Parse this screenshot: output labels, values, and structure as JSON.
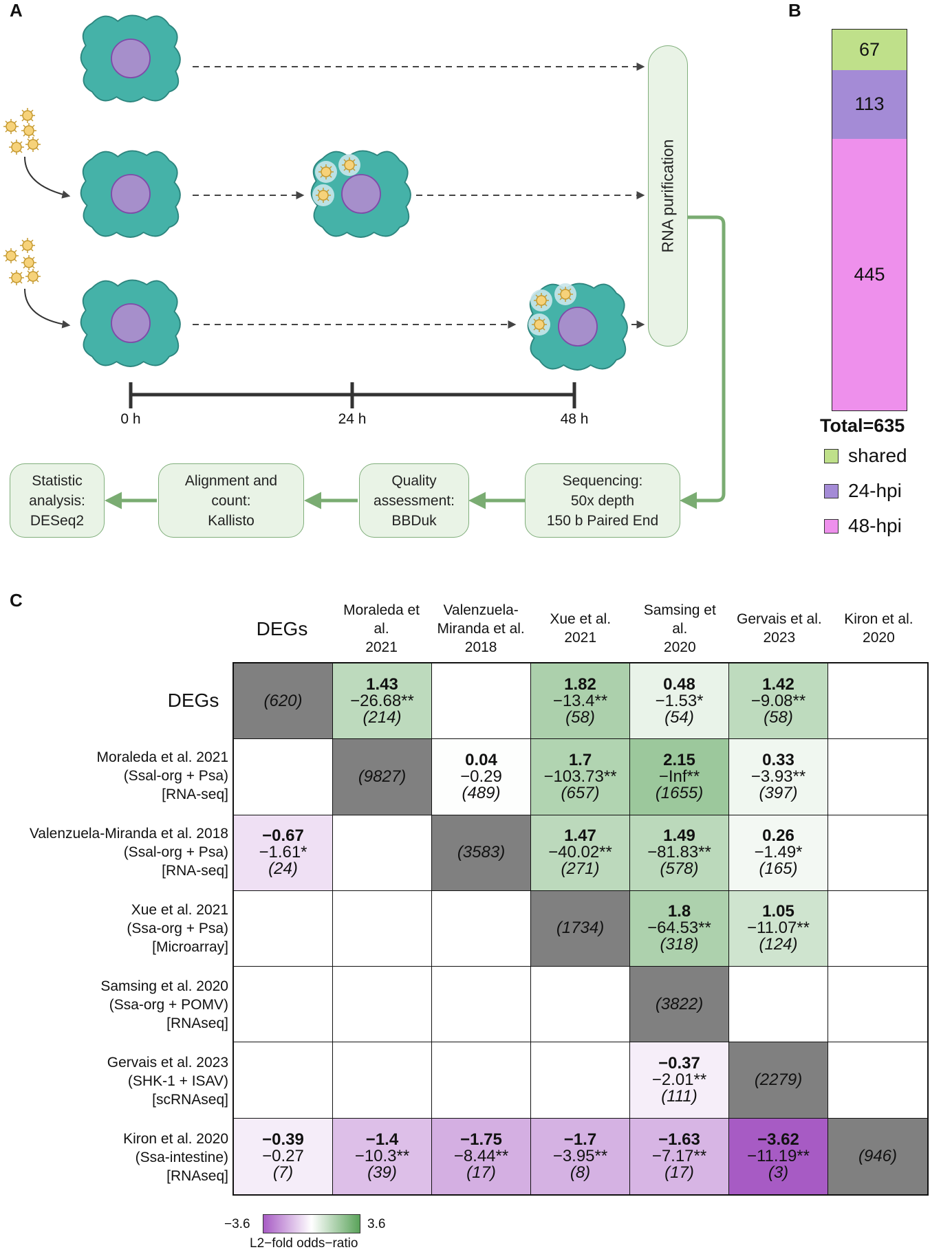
{
  "panels": {
    "a": "A",
    "b": "B",
    "c": "C"
  },
  "workflow": {
    "rna_label": "RNA purification",
    "timeline": [
      "0 h",
      "24 h",
      "48 h"
    ],
    "steps": {
      "stats": [
        "Statistic",
        "analysis:",
        "DESeq2"
      ],
      "align": [
        "Alignment and",
        "count:",
        "Kallisto"
      ],
      "quality": [
        "Quality",
        "assessment:",
        "BBDuk"
      ],
      "seq": [
        "Sequencing:",
        "50x depth",
        "150 b Paired End"
      ]
    }
  },
  "stacked_bar": {
    "segments": [
      {
        "label": "67",
        "value": 67,
        "color": "#bfe08a",
        "name": "shared"
      },
      {
        "label": "113",
        "value": 113,
        "color": "#a48bd6",
        "name": "24-hpi"
      },
      {
        "label": "445",
        "value": 445,
        "color": "#ee90ec",
        "name": "48-hpi"
      }
    ],
    "total": "Total=635",
    "legend": [
      "shared",
      "24-hpi",
      "48-hpi"
    ]
  },
  "matrix": {
    "col_headers": [
      [
        "DEGs"
      ],
      [
        "Moraleda et",
        "al.",
        "2021"
      ],
      [
        "Valenzuela-",
        "Miranda et al.",
        "2018"
      ],
      [
        "Xue et al.",
        "2021"
      ],
      [
        "Samsing et",
        "al.",
        "2020"
      ],
      [
        "Gervais et al.",
        "2023"
      ],
      [
        "Kiron et al.",
        "2020"
      ]
    ],
    "row_headers": [
      [
        "DEGs"
      ],
      [
        "Moraleda et al. 2021",
        "(Ssal-org + Psa)",
        "[RNA-seq]"
      ],
      [
        "Valenzuela-Miranda et al. 2018",
        "(Ssal-org + Psa)",
        "[RNA-seq]"
      ],
      [
        "Xue et al. 2021",
        "(Ssa-org + Psa)",
        "[Microarray]"
      ],
      [
        "Samsing et al. 2020",
        "(Ssa-org + POMV)",
        "[RNAseq]"
      ],
      [
        "Gervais et al. 2023",
        "(SHK-1 + ISAV)",
        "[scRNAseq]"
      ],
      [
        "Kiron et al. 2020",
        "(Ssa-intestine)",
        "[RNAseq]"
      ]
    ],
    "cells": [
      [
        {
          "n": "(620)",
          "diag": true
        },
        {
          "o": "1.43",
          "p": "−26.68**",
          "n": "(214)",
          "v": 1.43
        },
        {},
        {
          "o": "1.82",
          "p": "−13.4**",
          "n": "(58)",
          "v": 1.82
        },
        {
          "o": "0.48",
          "p": "−1.53*",
          "n": "(54)",
          "v": 0.48
        },
        {
          "o": "1.42",
          "p": "−9.08**",
          "n": "(58)",
          "v": 1.42
        },
        {}
      ],
      [
        {},
        {
          "n": "(9827)",
          "diag": true
        },
        {
          "o": "0.04",
          "p": "−0.29",
          "n": "(489)",
          "v": 0.04
        },
        {
          "o": "1.7",
          "p": "−103.73**",
          "n": "(657)",
          "v": 1.7
        },
        {
          "o": "2.15",
          "p": "−Inf**",
          "n": "(1655)",
          "v": 2.15
        },
        {
          "o": "0.33",
          "p": "−3.93**",
          "n": "(397)",
          "v": 0.33
        },
        {}
      ],
      [
        {
          "o": "−0.67",
          "p": "−1.61*",
          "n": "(24)",
          "v": -0.67
        },
        {},
        {
          "n": "(3583)",
          "diag": true
        },
        {
          "o": "1.47",
          "p": "−40.02**",
          "n": "(271)",
          "v": 1.47
        },
        {
          "o": "1.49",
          "p": "−81.83**",
          "n": "(578)",
          "v": 1.49
        },
        {
          "o": "0.26",
          "p": "−1.49*",
          "n": "(165)",
          "v": 0.26
        },
        {}
      ],
      [
        {},
        {},
        {},
        {
          "n": "(1734)",
          "diag": true
        },
        {
          "o": "1.8",
          "p": "−64.53**",
          "n": "(318)",
          "v": 1.8
        },
        {
          "o": "1.05",
          "p": "−11.07**",
          "n": "(124)",
          "v": 1.05
        },
        {}
      ],
      [
        {},
        {},
        {},
        {},
        {
          "n": "(3822)",
          "diag": true
        },
        {},
        {}
      ],
      [
        {},
        {},
        {},
        {},
        {
          "o": "−0.37",
          "p": "−2.01**",
          "n": "(111)",
          "v": -0.37
        },
        {
          "n": "(2279)",
          "diag": true
        },
        {}
      ],
      [
        {
          "o": "−0.39",
          "p": "−0.27",
          "n": "(7)",
          "v": -0.39
        },
        {
          "o": "−1.4",
          "p": "−10.3**",
          "n": "(39)",
          "v": -1.4
        },
        {
          "o": "−1.75",
          "p": "−8.44**",
          "n": "(17)",
          "v": -1.75
        },
        {
          "o": "−1.7",
          "p": "−3.95**",
          "n": "(8)",
          "v": -1.7
        },
        {
          "o": "−1.63",
          "p": "−7.17**",
          "n": "(17)",
          "v": -1.63
        },
        {
          "o": "−3.62",
          "p": "−11.19**",
          "n": "(3)",
          "v": -3.62
        },
        {
          "n": "(946)",
          "diag": true
        }
      ]
    ],
    "colorbar": {
      "min_label": "−3.6",
      "max_label": "3.6",
      "title": "L2−fold odds−ratio",
      "min": -3.6,
      "max": 3.6,
      "neg_color": "#a75bc4",
      "mid_color": "#ffffff",
      "pos_color": "#5aa35a",
      "diag_color": "#808080"
    }
  }
}
